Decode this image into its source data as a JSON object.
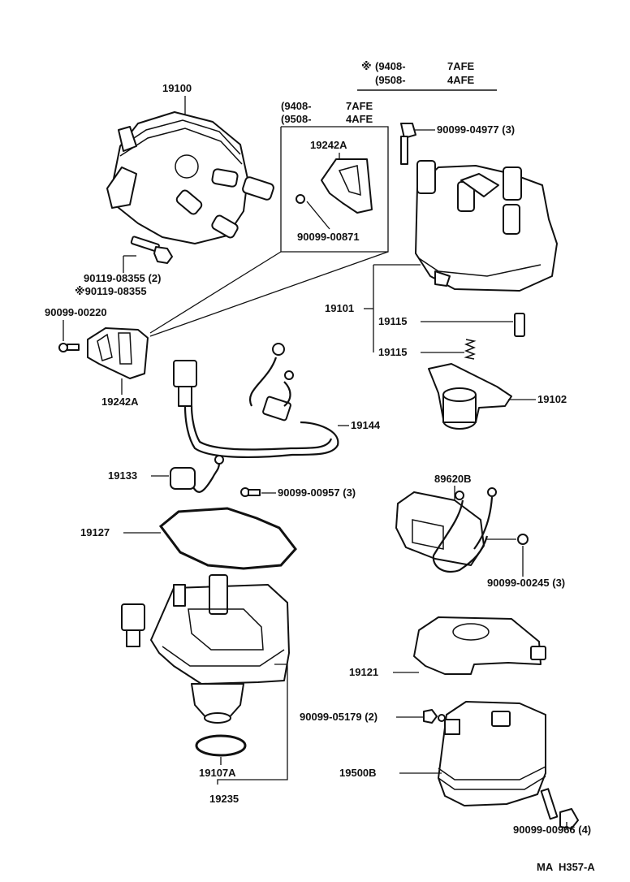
{
  "legend": {
    "row1": {
      "mark": "※",
      "range": "(9408-",
      "engine": "7AFE"
    },
    "row2": {
      "range": "(9508-",
      "engine": "4AFE"
    }
  },
  "inset_box": {
    "row1": {
      "range": "(9408-",
      "engine": "7AFE"
    },
    "row2": {
      "range": "(9508-",
      "engine": "4AFE"
    },
    "parts": [
      "19242A",
      "90099-00871"
    ]
  },
  "parts": [
    {
      "id": "19100"
    },
    {
      "id": "90119-08355 (2)"
    },
    {
      "id": "※90119-08355"
    },
    {
      "id": "90099-00220"
    },
    {
      "id": "19242A"
    },
    {
      "id": "90099-04977 (3)"
    },
    {
      "id": "19101"
    },
    {
      "id": "19115"
    },
    {
      "id": "19115"
    },
    {
      "id": "19102"
    },
    {
      "id": "19144"
    },
    {
      "id": "19133"
    },
    {
      "id": "90099-00957 (3)"
    },
    {
      "id": "89620B"
    },
    {
      "id": "19127"
    },
    {
      "id": "90099-00245 (3)"
    },
    {
      "id": "19121"
    },
    {
      "id": "90099-05179 (2)"
    },
    {
      "id": "19500B"
    },
    {
      "id": "19107A"
    },
    {
      "id": "19235"
    },
    {
      "id": "90099-00966 (4)"
    }
  ],
  "reference_code": "MA  H357-A"
}
